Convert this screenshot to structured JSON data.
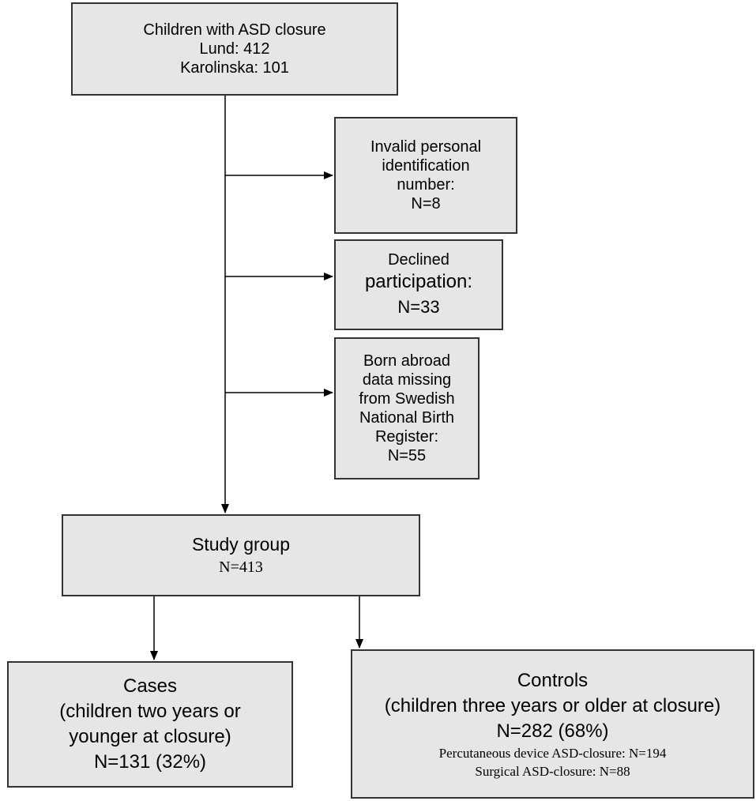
{
  "start": {
    "title": "Children with ASD closure",
    "lund": "Lund: 412",
    "karolinska": "Karolinska: 101"
  },
  "exclusions": [
    {
      "lines": [
        "Invalid personal",
        "identification",
        "number:",
        "N=8"
      ]
    },
    {
      "lines": [
        "Declined",
        "participation:",
        "N=33"
      ]
    },
    {
      "lines": [
        "Born abroad",
        "data missing",
        "from Swedish",
        "National Birth",
        "Register:",
        "N=55"
      ]
    }
  ],
  "study_group": {
    "title": "Study group",
    "count": "N=413"
  },
  "cases": {
    "lines": [
      "Cases",
      "(children two years or",
      "younger at closure)",
      "N=131 (32%)"
    ]
  },
  "controls": {
    "title": "Controls",
    "subtitle": "(children three years or older at closure)",
    "count": "N=282 (68%)",
    "percutaneous": "Percutaneous device ASD-closure: N=194",
    "surgical": "Surgical ASD-closure: N=88"
  },
  "colors": {
    "box_fill": "#e6e6e6",
    "box_border": "#333333",
    "line": "#000000"
  }
}
